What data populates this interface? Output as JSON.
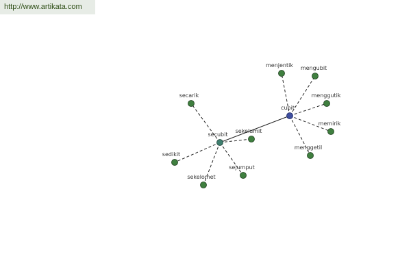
{
  "header": {
    "url": "http://www.artikata.com"
  },
  "graph": {
    "nodes": [
      {
        "id": "cubit",
        "label": "cubit",
        "kind": "hub"
      },
      {
        "id": "secubit",
        "label": "secubit",
        "kind": "mid"
      },
      {
        "id": "menjentik",
        "label": "menjentik",
        "kind": "leaf"
      },
      {
        "id": "mengubit",
        "label": "mengubit",
        "kind": "leaf"
      },
      {
        "id": "menggutik",
        "label": "menggutik",
        "kind": "leaf"
      },
      {
        "id": "memirik",
        "label": "memirik",
        "kind": "leaf"
      },
      {
        "id": "menggetil",
        "label": "menggetil",
        "kind": "leaf"
      },
      {
        "id": "secarik",
        "label": "secarik",
        "kind": "leaf"
      },
      {
        "id": "sekelumit",
        "label": "sekelumit",
        "kind": "leaf"
      },
      {
        "id": "sedikit",
        "label": "sedikit",
        "kind": "leaf"
      },
      {
        "id": "sekelomet",
        "label": "sekelomet",
        "kind": "leaf"
      },
      {
        "id": "sejumput",
        "label": "sejumput",
        "kind": "leaf"
      }
    ],
    "edges": [
      {
        "from": "cubit",
        "to": "secubit",
        "style": "solid"
      },
      {
        "from": "cubit",
        "to": "menjentik",
        "style": "dashed"
      },
      {
        "from": "cubit",
        "to": "mengubit",
        "style": "dashed"
      },
      {
        "from": "cubit",
        "to": "menggutik",
        "style": "dashed"
      },
      {
        "from": "cubit",
        "to": "memirik",
        "style": "dashed"
      },
      {
        "from": "cubit",
        "to": "menggetil",
        "style": "dashed"
      },
      {
        "from": "secubit",
        "to": "secarik",
        "style": "dashed"
      },
      {
        "from": "secubit",
        "to": "sekelumit",
        "style": "dashed"
      },
      {
        "from": "secubit",
        "to": "sedikit",
        "style": "dashed"
      },
      {
        "from": "secubit",
        "to": "sekelomet",
        "style": "dashed"
      },
      {
        "from": "secubit",
        "to": "sejumput",
        "style": "dashed"
      }
    ]
  }
}
